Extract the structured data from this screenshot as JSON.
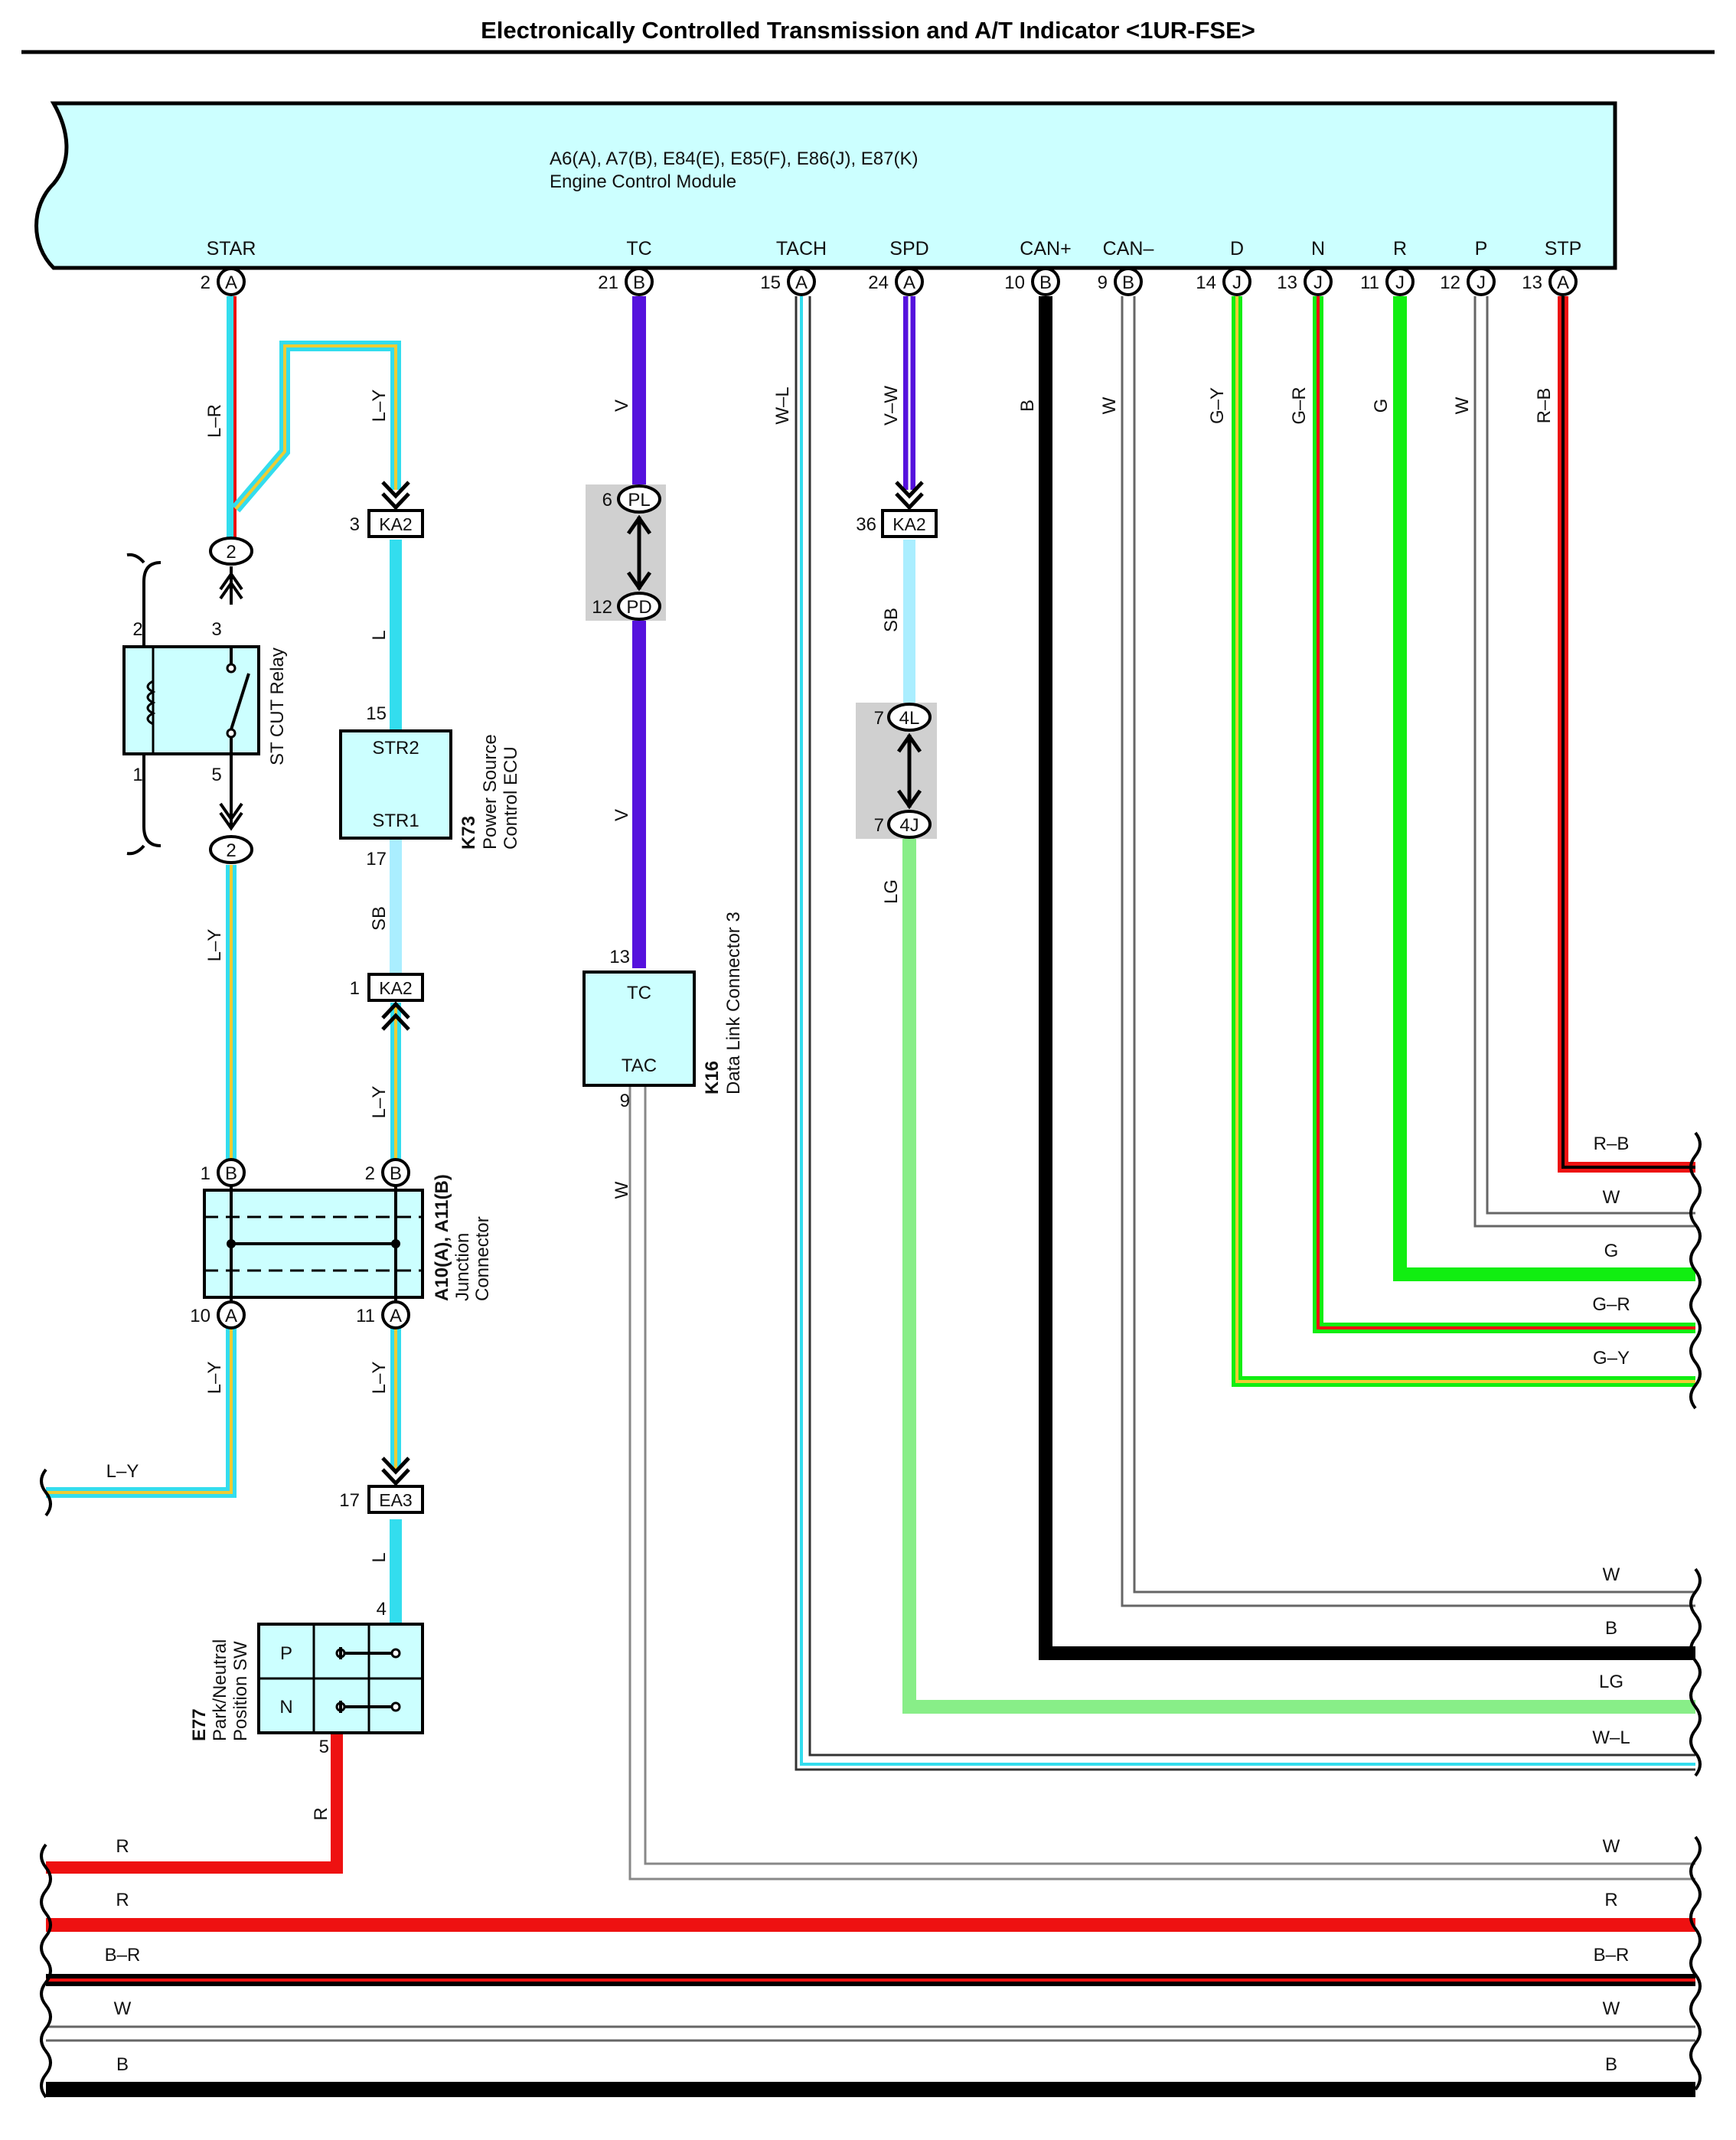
{
  "title": "Electronically Controlled Transmission and A/T Indicator <1UR-FSE>",
  "colors": {
    "module_fill": "#ccffff",
    "connector_fill": "#d0d0d0",
    "L": "#33ddee",
    "Y": "#eecc33",
    "R": "#ee1111",
    "B": "#000000",
    "W": "#ffffff",
    "V": "#5511dd",
    "G": "#11ee11",
    "LG": "#88ee88",
    "SB": "#aaeeff"
  },
  "ecm": {
    "id": "A6(A), A7(B), E84(E), E85(F), E86(J), E87(K)",
    "name": "Engine Control Module",
    "pins": [
      {
        "label": "STAR",
        "num": "2",
        "conn": "A"
      },
      {
        "label": "TC",
        "num": "21",
        "conn": "B"
      },
      {
        "label": "TACH",
        "num": "15",
        "conn": "A"
      },
      {
        "label": "SPD",
        "num": "24",
        "conn": "A"
      },
      {
        "label": "CAN+",
        "num": "10",
        "conn": "B"
      },
      {
        "label": "CAN–",
        "num": "9",
        "conn": "B"
      },
      {
        "label": "D",
        "num": "14",
        "conn": "J"
      },
      {
        "label": "N",
        "num": "13",
        "conn": "J"
      },
      {
        "label": "R",
        "num": "11",
        "conn": "J"
      },
      {
        "label": "P",
        "num": "12",
        "conn": "J"
      },
      {
        "label": "STP",
        "num": "13",
        "conn": "A"
      }
    ]
  },
  "relay": {
    "name": "ST CUT Relay",
    "pins": [
      "2",
      "3",
      "1",
      "5"
    ],
    "conn_top": "2",
    "conn_bot": "2"
  },
  "pscecu": {
    "id": "K73",
    "name1": "Power Source",
    "name2": "Control ECU",
    "pin_top_label": "STR2",
    "pin_bot_label": "STR1",
    "pin_top": "15",
    "pin_bot": "17"
  },
  "dlc": {
    "id": "K16",
    "name": "Data Link Connector 3",
    "pin_top_label": "TC",
    "pin_bot_label": "TAC",
    "pin_top": "13",
    "pin_bot": "9"
  },
  "junction": {
    "id": "A10(A), A11(B)",
    "name1": "Junction",
    "name2": "Connector",
    "pins": [
      {
        "num": "1",
        "conn": "B"
      },
      {
        "num": "2",
        "conn": "B"
      },
      {
        "num": "10",
        "conn": "A"
      },
      {
        "num": "11",
        "conn": "A"
      }
    ]
  },
  "pnsw": {
    "id": "E77",
    "name1": "Park/Neutral",
    "name2": "Position SW",
    "pos1": "P",
    "pos2": "N",
    "pin_top": "4",
    "pin_bot": "5"
  },
  "connectors": {
    "ka2_a": {
      "name": "KA2",
      "pin": "3"
    },
    "ka2_b": {
      "name": "KA2",
      "pin": "1"
    },
    "ka2_c": {
      "name": "KA2",
      "pin": "36"
    },
    "ea3": {
      "name": "EA3",
      "pin": "17"
    },
    "pl": {
      "name": "PL",
      "pin": "6"
    },
    "pd": {
      "name": "PD",
      "pin": "12"
    },
    "c4l": {
      "name": "4L",
      "pin": "7"
    },
    "c4j": {
      "name": "4J",
      "pin": "7"
    }
  },
  "wire_labels": {
    "star_top": "L–R",
    "relay_to_ka2": "L–Y",
    "ka2_to_ecu": "L",
    "ecu_to_ka2": "SB",
    "ka2_to_jc": "L–Y",
    "relay_to_jc": "L–Y",
    "jc_left": "L–Y",
    "jc_right": "L–Y",
    "ea3_to_sw": "L",
    "sw_out": "R",
    "tc_top": "V",
    "tc_bot": "V",
    "dlc_out": "W",
    "tach": "W–L",
    "spd_top": "V–W",
    "spd_mid": "SB",
    "spd_bot": "LG",
    "canp": "B",
    "canm": "W",
    "d": "G–Y",
    "n": "G–R",
    "r": "G",
    "p": "W",
    "stp": "R–B",
    "left_exit": "L–Y"
  },
  "right_labels": [
    "R–B",
    "W",
    "G",
    "G–R",
    "G–Y",
    "W",
    "B",
    "LG",
    "W–L",
    "W",
    "R",
    "B–R",
    "W",
    "B"
  ],
  "bottom_left_labels": [
    "R",
    "R",
    "B–R",
    "W",
    "B"
  ]
}
